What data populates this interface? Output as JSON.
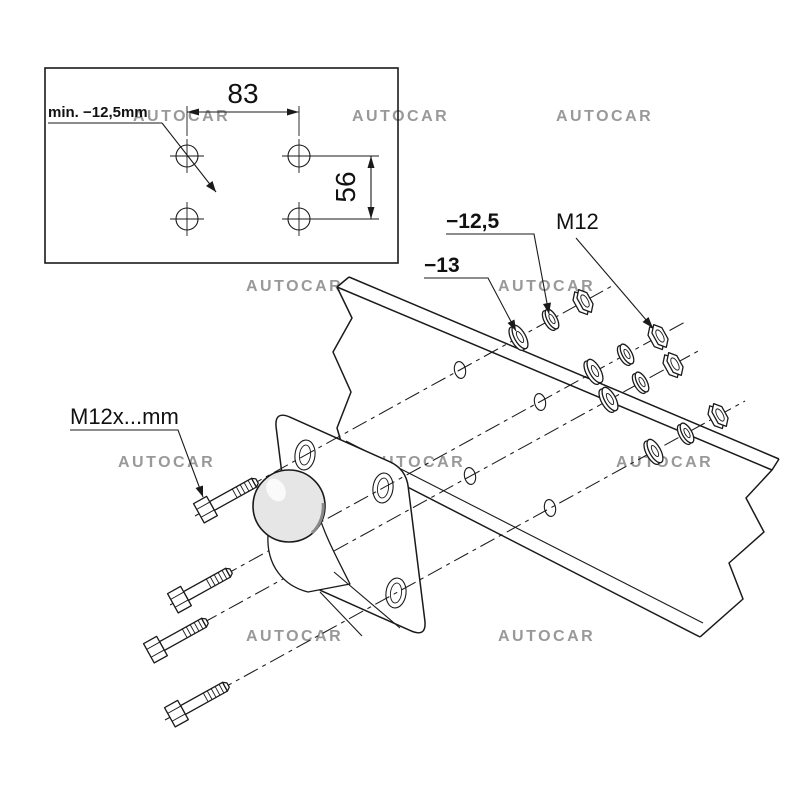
{
  "watermark": {
    "text": "AUTOCAR",
    "color": "#999999"
  },
  "hole_pattern_drawing": {
    "horizontal_spacing_label": "83",
    "vertical_spacing_label": "56",
    "min_hole_diameter_note": "min. −12,5mm"
  },
  "part_callouts": {
    "spring_washer_label": "−12,5",
    "flat_washer_label": "−13",
    "nut_label": "M12",
    "bolt_label": "M12x...mm"
  },
  "colors": {
    "line": "#1a1a1a",
    "watermark": "#999999",
    "background": "#ffffff"
  }
}
